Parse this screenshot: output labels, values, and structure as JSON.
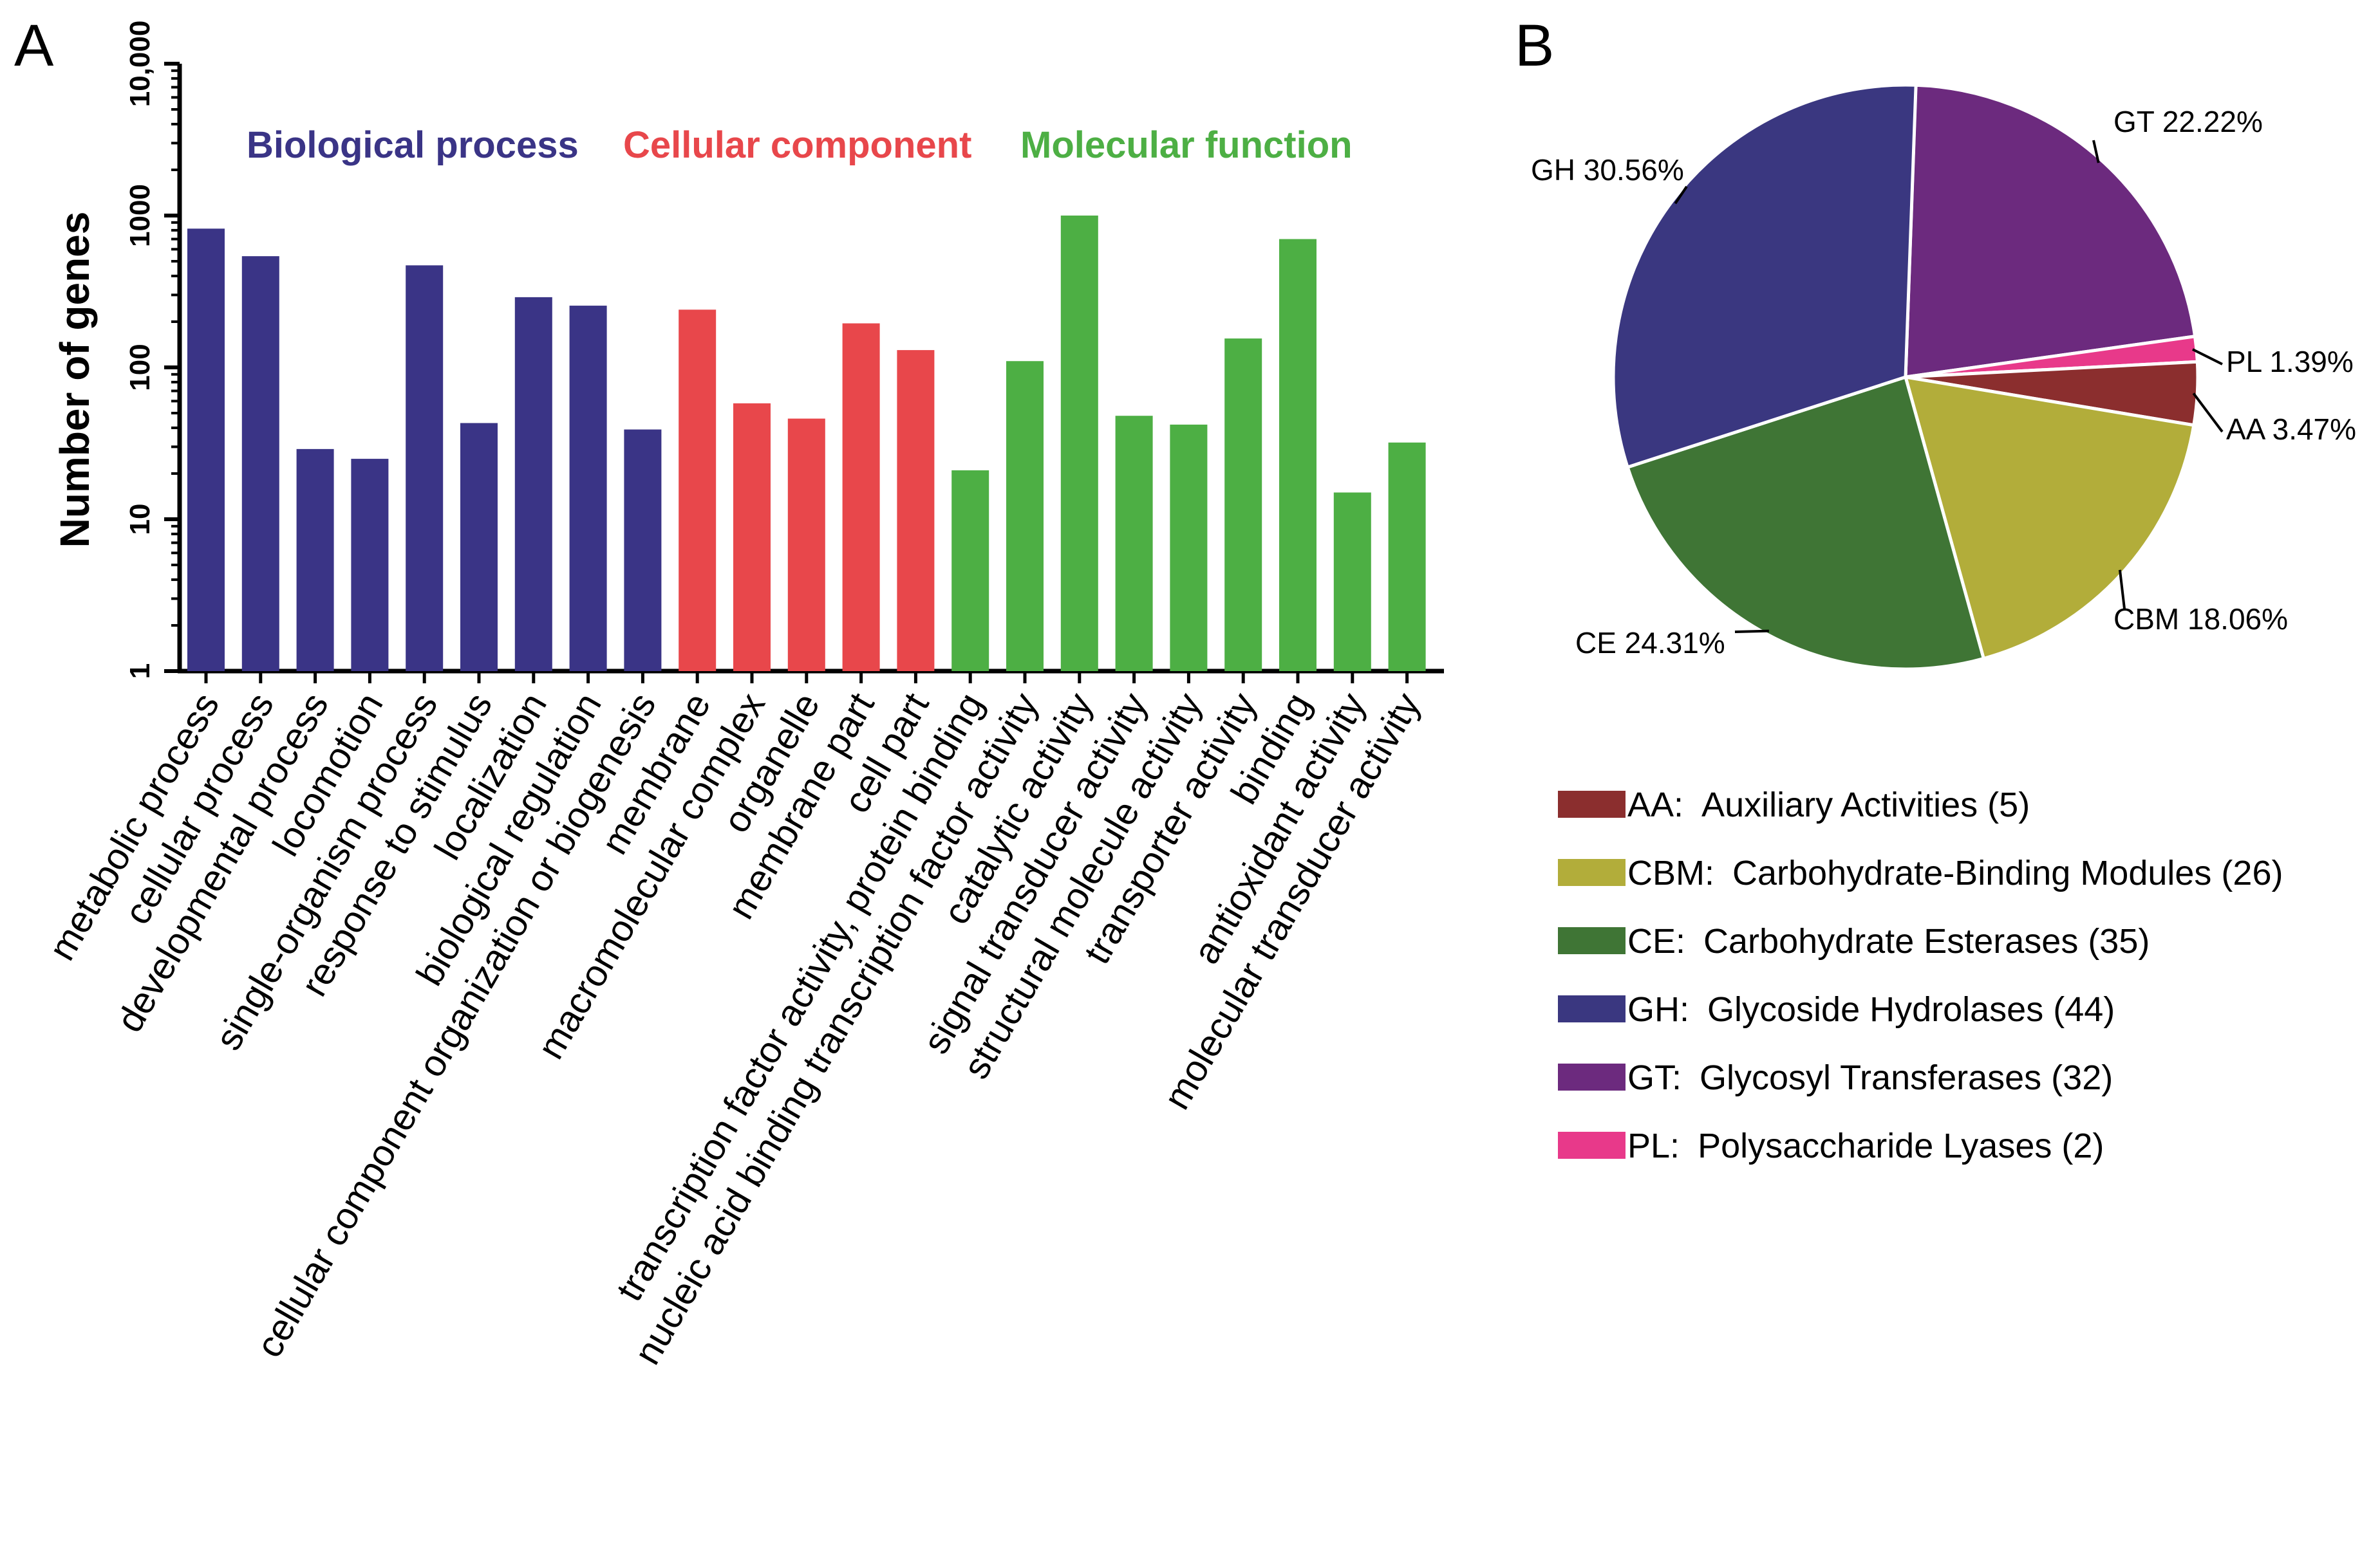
{
  "chart_data": [
    {
      "panel_label": "A",
      "type": "bar",
      "ylabel": "Number of genes",
      "yscale": "log",
      "ylim": [
        1,
        10000
      ],
      "yticks": [
        {
          "value": 1,
          "label": "1"
        },
        {
          "value": 10,
          "label": "10"
        },
        {
          "value": 100,
          "label": "100"
        },
        {
          "value": 1000,
          "label": "1000"
        },
        {
          "value": 10000,
          "label": "10,000"
        }
      ],
      "grid": false,
      "groups": [
        {
          "name": "Biological process",
          "color": "#3a3486"
        },
        {
          "name": "Cellular component",
          "color": "#e8474b"
        },
        {
          "name": "Molecular function",
          "color": "#4daf44"
        }
      ],
      "bars": [
        {
          "category": "metabolic process",
          "value": 820,
          "group": 0
        },
        {
          "category": "cellular process",
          "value": 540,
          "group": 0
        },
        {
          "category": "developmental process",
          "value": 29,
          "group": 0
        },
        {
          "category": "locomotion",
          "value": 25,
          "group": 0
        },
        {
          "category": "single-organism process",
          "value": 470,
          "group": 0
        },
        {
          "category": "response to stimulus",
          "value": 43,
          "group": 0
        },
        {
          "category": "localization",
          "value": 290,
          "group": 0
        },
        {
          "category": "biological regulation",
          "value": 255,
          "group": 0
        },
        {
          "category": "cellular component organization or biogenesis",
          "value": 39,
          "group": 0
        },
        {
          "category": "membrane",
          "value": 240,
          "group": 1
        },
        {
          "category": "macromolecular complex",
          "value": 58,
          "group": 1
        },
        {
          "category": "organelle",
          "value": 46,
          "group": 1
        },
        {
          "category": "membrane part",
          "value": 195,
          "group": 1
        },
        {
          "category": "cell part",
          "value": 130,
          "group": 1
        },
        {
          "category": "transcription factor activity, protein binding",
          "value": 21,
          "group": 2
        },
        {
          "category": "nucleic acid binding transcription factor activity",
          "value": 110,
          "group": 2
        },
        {
          "category": "catalytic activity",
          "value": 1000,
          "group": 2
        },
        {
          "category": "signal transducer activity",
          "value": 48,
          "group": 2
        },
        {
          "category": "structural molecule activity",
          "value": 42,
          "group": 2
        },
        {
          "category": "transporter activity",
          "value": 155,
          "group": 2
        },
        {
          "category": "binding",
          "value": 700,
          "group": 2
        },
        {
          "category": "antioxidant activity",
          "value": 15,
          "group": 2
        },
        {
          "category": "molecular transducer activity",
          "value": 32,
          "group": 2
        }
      ]
    },
    {
      "panel_label": "B",
      "type": "pie",
      "slices": [
        {
          "key": "GT",
          "label": "GT 22.22%",
          "percent": 22.22,
          "color": "#6c2a7e"
        },
        {
          "key": "PL",
          "label": "PL 1.39%",
          "percent": 1.39,
          "color": "#e8398a"
        },
        {
          "key": "AA",
          "label": "AA 3.47%",
          "percent": 3.47,
          "color": "#8b2e2e"
        },
        {
          "key": "CBM",
          "label": "CBM 18.06%",
          "percent": 18.06,
          "color": "#b2ad3a"
        },
        {
          "key": "CE",
          "label": "CE 24.31%",
          "percent": 24.31,
          "color": "#3f7535"
        },
        {
          "key": "GH",
          "label": "GH 30.56%",
          "percent": 30.56,
          "color": "#3a3780"
        }
      ],
      "legend": [
        {
          "abbr": "AA:",
          "text": "Auxiliary Activities (5)",
          "color": "#8b2e2e"
        },
        {
          "abbr": "CBM:",
          "text": "Carbohydrate-Binding Modules (26)",
          "color": "#b2ad3a"
        },
        {
          "abbr": "CE:",
          "text": "Carbohydrate Esterases (35)",
          "color": "#3f7535"
        },
        {
          "abbr": "GH:",
          "text": "Glycoside Hydrolases (44)",
          "color": "#3a3780"
        },
        {
          "abbr": "GT:",
          "text": "Glycosyl Transferases (32)",
          "color": "#6c2a7e"
        },
        {
          "abbr": "PL:",
          "text": "Polysaccharide Lyases (2)",
          "color": "#e8398a"
        }
      ],
      "legend_placement": "bottom"
    }
  ]
}
